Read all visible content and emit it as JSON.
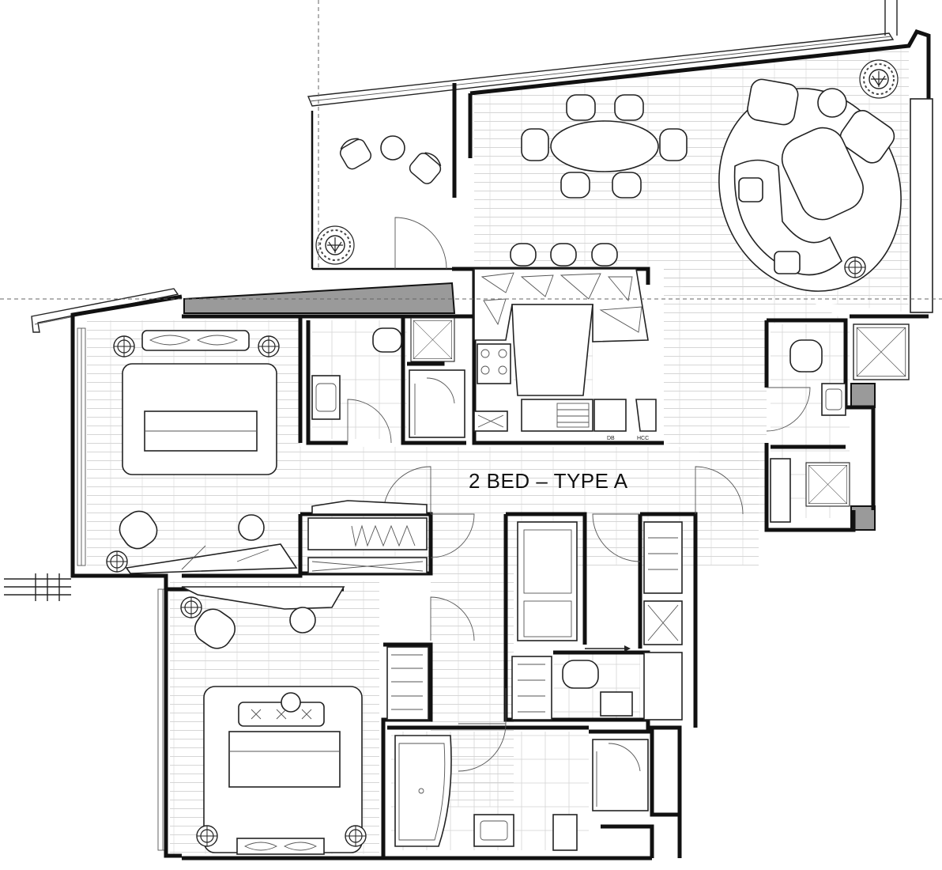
{
  "plan": {
    "title": "2 BED – TYPE A",
    "appliance_labels": {
      "dishwasher": "DB",
      "cooktop": "HCC"
    }
  },
  "colors": {
    "wall": "#111111",
    "line": "#222222",
    "void": "#9a9a9a",
    "background": "#ffffff"
  }
}
